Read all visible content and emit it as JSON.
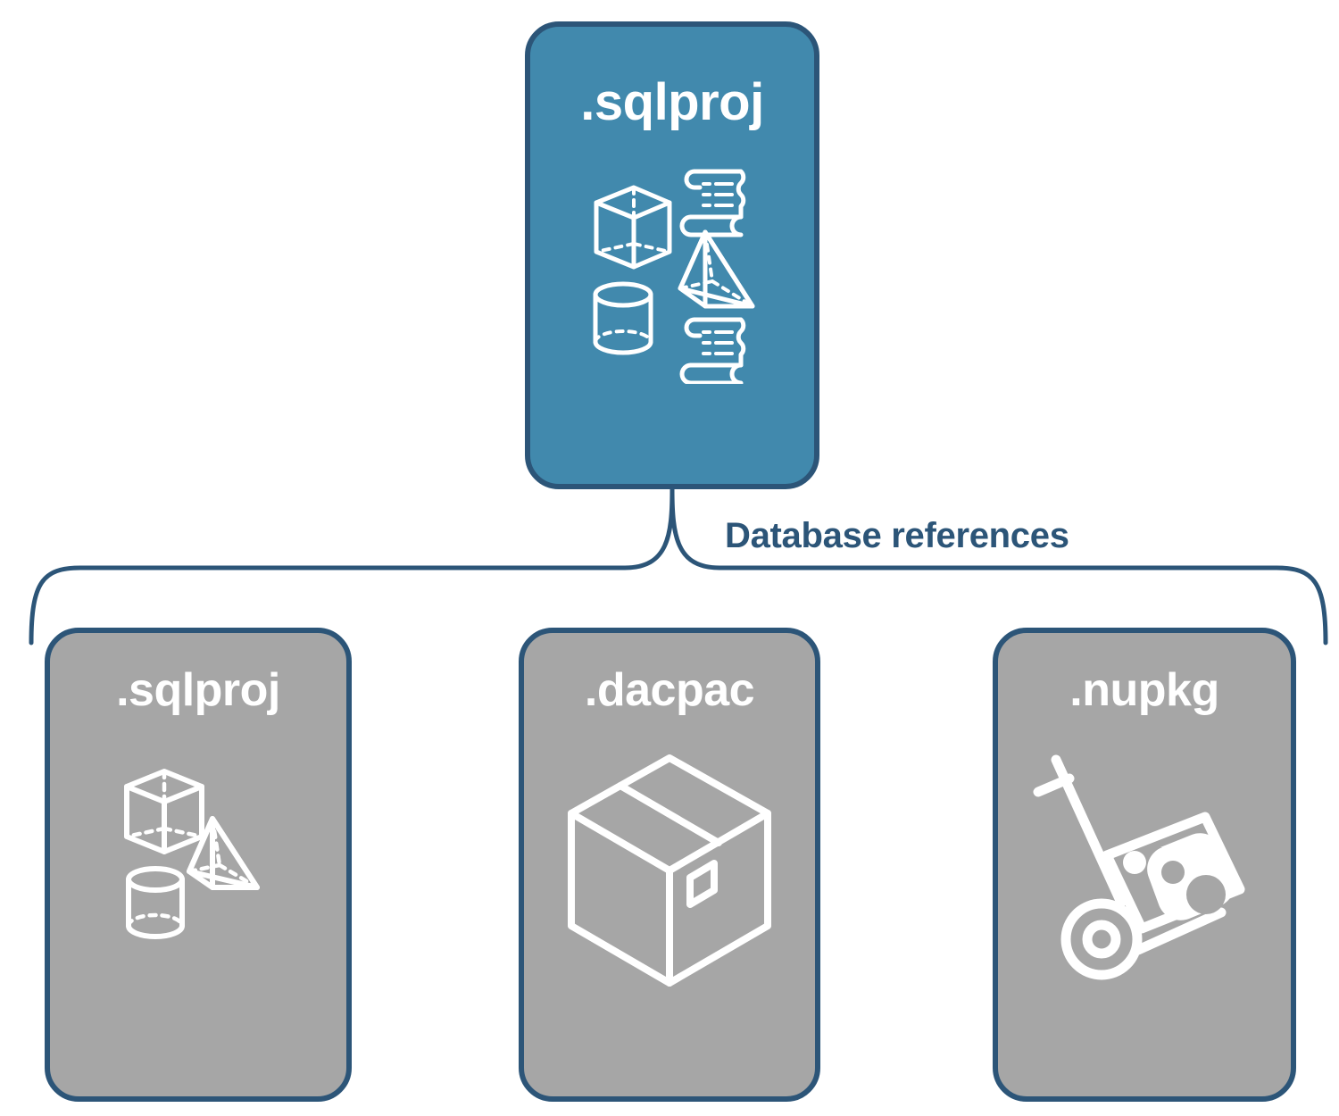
{
  "diagram": {
    "type": "hierarchy",
    "title": "SQL database project and its database references",
    "background_color": "#ffffff",
    "palette": {
      "primary_fill": "#4189ad",
      "secondary_fill": "#a6a6a6",
      "stroke": "#2c5578",
      "label_text": "#ffffff",
      "connector_label_text": "#2c5578"
    }
  },
  "root": {
    "label": ".sqlproj",
    "fill": "#4189ad",
    "icons": [
      "wireframe-cube-icon",
      "scroll-script-icon",
      "wireframe-pyramid-icon",
      "wireframe-cylinder-icon",
      "scroll-script-icon"
    ]
  },
  "connector": {
    "label": "Database references",
    "style": "curly-brace",
    "color": "#2c5578"
  },
  "references": [
    {
      "label": ".sqlproj",
      "fill": "#a6a6a6",
      "icons": [
        "wireframe-cube-icon",
        "wireframe-pyramid-icon",
        "wireframe-cylinder-icon"
      ]
    },
    {
      "label": ".dacpac",
      "fill": "#a6a6a6",
      "icons": [
        "package-box-icon"
      ]
    },
    {
      "label": ".nupkg",
      "fill": "#a6a6a6",
      "icons": [
        "nuget-hand-truck-icon"
      ]
    }
  ]
}
